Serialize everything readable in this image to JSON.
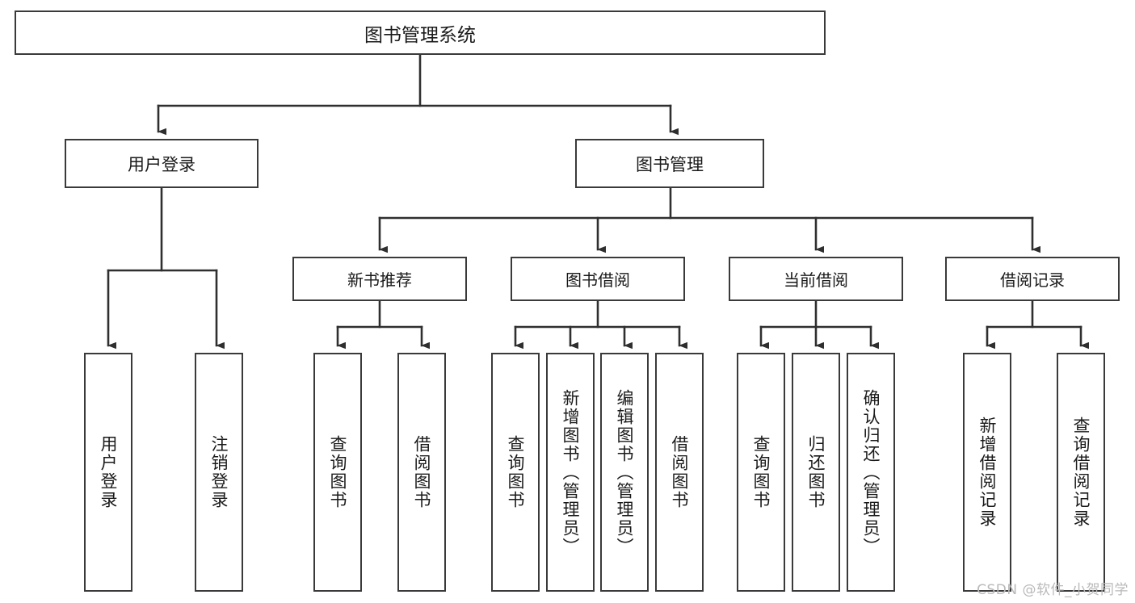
{
  "diagram": {
    "title": "图书管理系统",
    "type": "功能结构图",
    "watermark": "CSDN @软件_小贺同学",
    "colors": {
      "box_border": "#3a3a3a",
      "box_fill": "#ffffff",
      "edge": "#2f2f2f",
      "text": "#1a1a1a",
      "watermark": "#b9b9b9",
      "background": "#ffffff"
    },
    "root": {
      "label": "图书管理系统"
    },
    "level1": [
      {
        "label": "用户登录"
      },
      {
        "label": "图书管理"
      }
    ],
    "level2": [
      {
        "label": "新书推荐"
      },
      {
        "label": "图书借阅"
      },
      {
        "label": "当前借阅"
      },
      {
        "label": "借阅记录"
      }
    ],
    "leaves": {
      "user_login": [
        {
          "label": "用户登录"
        },
        {
          "label": "注销登录"
        }
      ],
      "new_book": [
        {
          "label": "查询图书"
        },
        {
          "label": "借阅图书"
        }
      ],
      "book_borrow": [
        {
          "label": "查询图书"
        },
        {
          "label": "新增图书（管理员）"
        },
        {
          "label": "编辑图书（管理员）"
        },
        {
          "label": "借阅图书"
        }
      ],
      "current_borrow": [
        {
          "label": "查询图书"
        },
        {
          "label": "归还图书"
        },
        {
          "label": "确认归还（管理员）"
        }
      ],
      "borrow_record": [
        {
          "label": "新增借阅记录"
        },
        {
          "label": "查询借阅记录"
        }
      ]
    }
  }
}
